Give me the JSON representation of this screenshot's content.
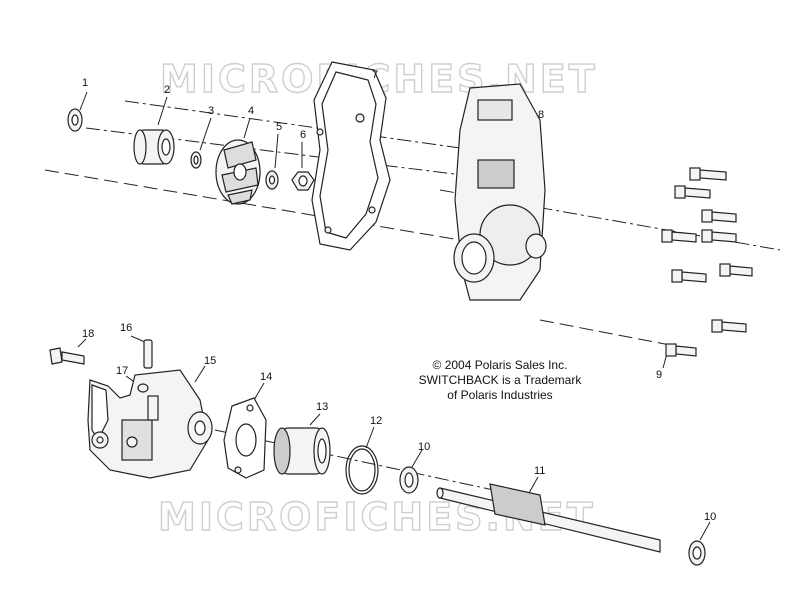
{
  "watermark": "MICROFICHES.NET",
  "colors": {
    "line": "#222222",
    "watermark_stroke": "#cfcfcf",
    "part_fill": "#f4f4f4"
  },
  "callouts": [
    {
      "id": "c1",
      "label": "1"
    },
    {
      "id": "c2",
      "label": "2"
    },
    {
      "id": "c3",
      "label": "3"
    },
    {
      "id": "c4",
      "label": "4"
    },
    {
      "id": "c5",
      "label": "5"
    },
    {
      "id": "c6",
      "label": "6"
    },
    {
      "id": "c7",
      "label": "7"
    },
    {
      "id": "c8",
      "label": "8"
    },
    {
      "id": "c9",
      "label": "9"
    },
    {
      "id": "c10a",
      "label": "10"
    },
    {
      "id": "c10b",
      "label": "10"
    },
    {
      "id": "c11",
      "label": "11"
    },
    {
      "id": "c12",
      "label": "12"
    },
    {
      "id": "c13",
      "label": "13"
    },
    {
      "id": "c14",
      "label": "14"
    },
    {
      "id": "c15",
      "label": "15"
    },
    {
      "id": "c16",
      "label": "16"
    },
    {
      "id": "c17",
      "label": "17"
    },
    {
      "id": "c18",
      "label": "18"
    }
  ],
  "notice": {
    "line1": "© 2004 Polaris Sales Inc.",
    "line2": "SWITCHBACK is a Trademark",
    "line3": "of Polaris Industries"
  }
}
